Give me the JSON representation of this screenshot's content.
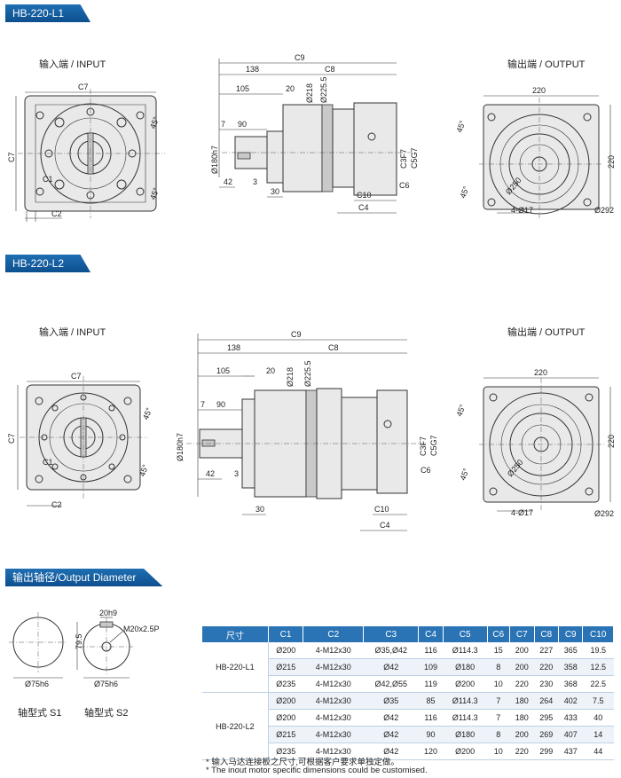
{
  "sections": [
    {
      "tag": "HB-220-L1",
      "input_label": "输入端 / INPUT",
      "output_label": "输出端 / OUTPUT"
    },
    {
      "tag": "HB-220-L2",
      "input_label": "输入端 / INPUT",
      "output_label": "输出端 / OUTPUT"
    }
  ],
  "dims": {
    "c7": "C7",
    "c1": "C1",
    "c2": "C2",
    "c9": "C9",
    "c8": "C8",
    "c3f7": "C3F7",
    "c5g7": "C5G7",
    "c6": "C6",
    "c10": "C10",
    "c4": "C4",
    "d138": "138",
    "d105": "105",
    "d20": "20",
    "d7": "7",
    "d90": "90",
    "d42": "42",
    "d3": "3",
    "d30": "30",
    "phi218": "Ø218",
    "phi2255": "Ø225.5",
    "phi180": "Ø180h7",
    "a45": "45°",
    "d220": "220",
    "phi250": "Ø250",
    "d4phi17": "4-Ø17",
    "phi292": "Ø292"
  },
  "output_diameter": {
    "tag": "输出轴径/Output Diameter",
    "s1_label": "轴型式 S1",
    "s2_label": "轴型式 S2",
    "phi75": "Ø75h6",
    "d20h9": "20h9",
    "m20": "M20x2.5P",
    "d795": "79.5"
  },
  "table": {
    "headers": [
      "尺寸",
      "C1",
      "C2",
      "C3",
      "C4",
      "C5",
      "C6",
      "C7",
      "C8",
      "C9",
      "C10"
    ],
    "groups": [
      {
        "model": "HB-220-L1",
        "rows": [
          [
            "Ø200",
            "4-M12x30",
            "Ø35,Ø42",
            "116",
            "Ø114.3",
            "15",
            "200",
            "227",
            "365",
            "19.5"
          ],
          [
            "Ø215",
            "4-M12x30",
            "Ø42",
            "109",
            "Ø180",
            "8",
            "200",
            "220",
            "358",
            "12.5"
          ],
          [
            "Ø235",
            "4-M12x30",
            "Ø42,Ø55",
            "119",
            "Ø200",
            "10",
            "220",
            "230",
            "368",
            "22.5"
          ]
        ]
      },
      {
        "model": "HB-220-L2",
        "rows": [
          [
            "Ø200",
            "4-M12x30",
            "Ø35",
            "85",
            "Ø114.3",
            "7",
            "180",
            "264",
            "402",
            "7.5"
          ],
          [
            "Ø200",
            "4-M12x30",
            "Ø42",
            "116",
            "Ø114.3",
            "7",
            "180",
            "295",
            "433",
            "40"
          ],
          [
            "Ø215",
            "4-M12x30",
            "Ø42",
            "90",
            "Ø180",
            "8",
            "200",
            "269",
            "407",
            "14"
          ],
          [
            "Ø235",
            "4-M12x30",
            "Ø42",
            "120",
            "Ø200",
            "10",
            "220",
            "299",
            "437",
            "44"
          ]
        ]
      }
    ],
    "note_cn": "* 输入马达连接板之尺寸,可根据客户要求单独定做。",
    "note_en": "* The inout motor  specific dimensions could be customised."
  }
}
